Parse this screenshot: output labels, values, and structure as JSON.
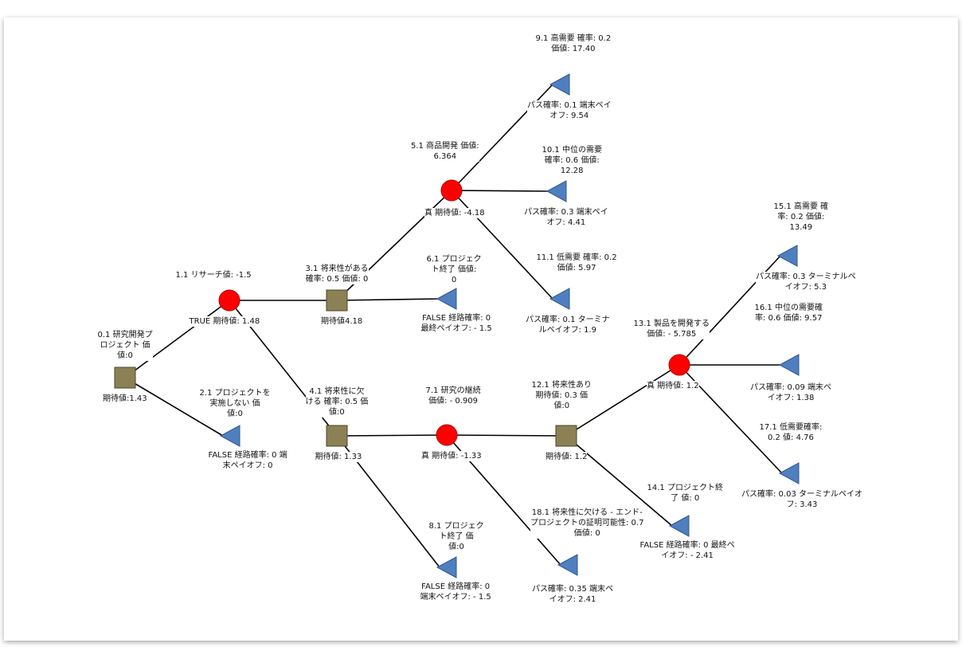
{
  "nodes": [
    {
      "id": "n0",
      "kind": "decision",
      "label": "0.1 研究開発プ\nロジェクト 価\n値:0",
      "value": "期待値:1.43"
    },
    {
      "id": "n1",
      "kind": "chance",
      "label": "1.1 リサーチ値: -1.5",
      "value": "TRUE 期待値: 1.48"
    },
    {
      "id": "n2",
      "kind": "terminal",
      "label": "2.1 プロジェクトを\n実施しない 価\n値:0",
      "value": "FALSE 経路確率: 0 端\n末ペイオフ: 0"
    },
    {
      "id": "n3",
      "kind": "decision",
      "label": "3.1 将来性がある\n確率: 0.5 価値: 0",
      "value": "期待値4.18"
    },
    {
      "id": "n4",
      "kind": "decision",
      "label": "4.1 将来性に欠\nける 確率: 0.5 価\n値:0",
      "value": "期待値: 1.33"
    },
    {
      "id": "n5",
      "kind": "chance",
      "label": "5.1 商品開発 価値:\n6.364",
      "value": "真 期待値: -4.18"
    },
    {
      "id": "n6",
      "kind": "terminal",
      "label": "6.1 プロジェク\nト終了 価値:\n0",
      "value": "FALSE 経路確率: 0\n最終ペイオフ: - 1.5"
    },
    {
      "id": "n7",
      "kind": "chance",
      "label": "7.1 研究の継続\n価値: - 0.909",
      "value": "真 期待値: -1.33"
    },
    {
      "id": "n8",
      "kind": "terminal",
      "label": "8.1 プロジェク\nト終了 価\n値:0",
      "value": "FALSE 経路確率: 0\n端末ペイオフ: - 1.5"
    },
    {
      "id": "n9",
      "kind": "terminal",
      "label": "9.1 高需要 確率: 0.2\n価値: 17.40",
      "value": "パス確率: 0.1 端末ペイ\nオフ: 9.54"
    },
    {
      "id": "n10",
      "kind": "terminal",
      "label": "10.1 中位の需要\n確率: 0.6 価値:\n12.28",
      "value": "パス確率: 0.3 端末ペイ\nオフ: 4.41"
    },
    {
      "id": "n11",
      "kind": "terminal",
      "label": "11.1 低需要 確率: 0.2\n価値: 5.97",
      "value": "パス確率: 0.1 ターミナ\nルペイオフ: 1.9"
    },
    {
      "id": "n12",
      "kind": "decision",
      "label": "12.1 将来性あり\n期待値: 0.3 価\n値:0",
      "value": "期待値: 1.2"
    },
    {
      "id": "n13",
      "kind": "chance",
      "label": "13.1 製品を開発する\n価値: - 5.785",
      "value": "真 期待値: 1.2"
    },
    {
      "id": "n14",
      "kind": "terminal",
      "label": "14.1 プロジェクト終\n了 値: 0",
      "value": "FALSE 経路確率: 0 最終ペ\nイオフ: - 2.41"
    },
    {
      "id": "n15",
      "kind": "terminal",
      "label": "15.1 高需要 確\n率: 0.2 価値:\n13.49",
      "value": "パス確率: 0.3 ターミナルペ\nイオフ: 5.3"
    },
    {
      "id": "n16",
      "kind": "terminal",
      "label": "16.1 中位の需要確\n率: 0.6 価値: 9.57",
      "value": "パス確率: 0.09 端末ペ\nイオフ: 1.38"
    },
    {
      "id": "n17",
      "kind": "terminal",
      "label": "17.1 低需要確率:\n0.2 値: 4.76",
      "value": "パス確率: 0.03 ターミナルペイオ\nフ: 3.43"
    },
    {
      "id": "n18",
      "kind": "terminal",
      "label": "18.1 将来性に欠ける - エンド-\nプロジェクトの証明可能性: 0.7\n価値: 0",
      "value": "パス確率: 0.35 端末ペ\nイオフ: 2.41"
    }
  ],
  "edges": [
    [
      "n0",
      "n1"
    ],
    [
      "n0",
      "n2"
    ],
    [
      "n1",
      "n3"
    ],
    [
      "n1",
      "n4"
    ],
    [
      "n3",
      "n5"
    ],
    [
      "n3",
      "n6"
    ],
    [
      "n5",
      "n9"
    ],
    [
      "n5",
      "n10"
    ],
    [
      "n5",
      "n11"
    ],
    [
      "n4",
      "n7"
    ],
    [
      "n4",
      "n8"
    ],
    [
      "n7",
      "n12"
    ],
    [
      "n7",
      "n18"
    ],
    [
      "n12",
      "n13"
    ],
    [
      "n12",
      "n14"
    ],
    [
      "n13",
      "n15"
    ],
    [
      "n13",
      "n16"
    ],
    [
      "n13",
      "n17"
    ]
  ],
  "colors": {
    "decision_fill": "#8b8154",
    "decision_stroke": "#4a4528",
    "chance_fill": "#ff0000",
    "chance_stroke": "#b00000",
    "terminal_fill": "#4f7fbf",
    "terminal_stroke": "#2f5a8f",
    "edge": "#000000"
  }
}
